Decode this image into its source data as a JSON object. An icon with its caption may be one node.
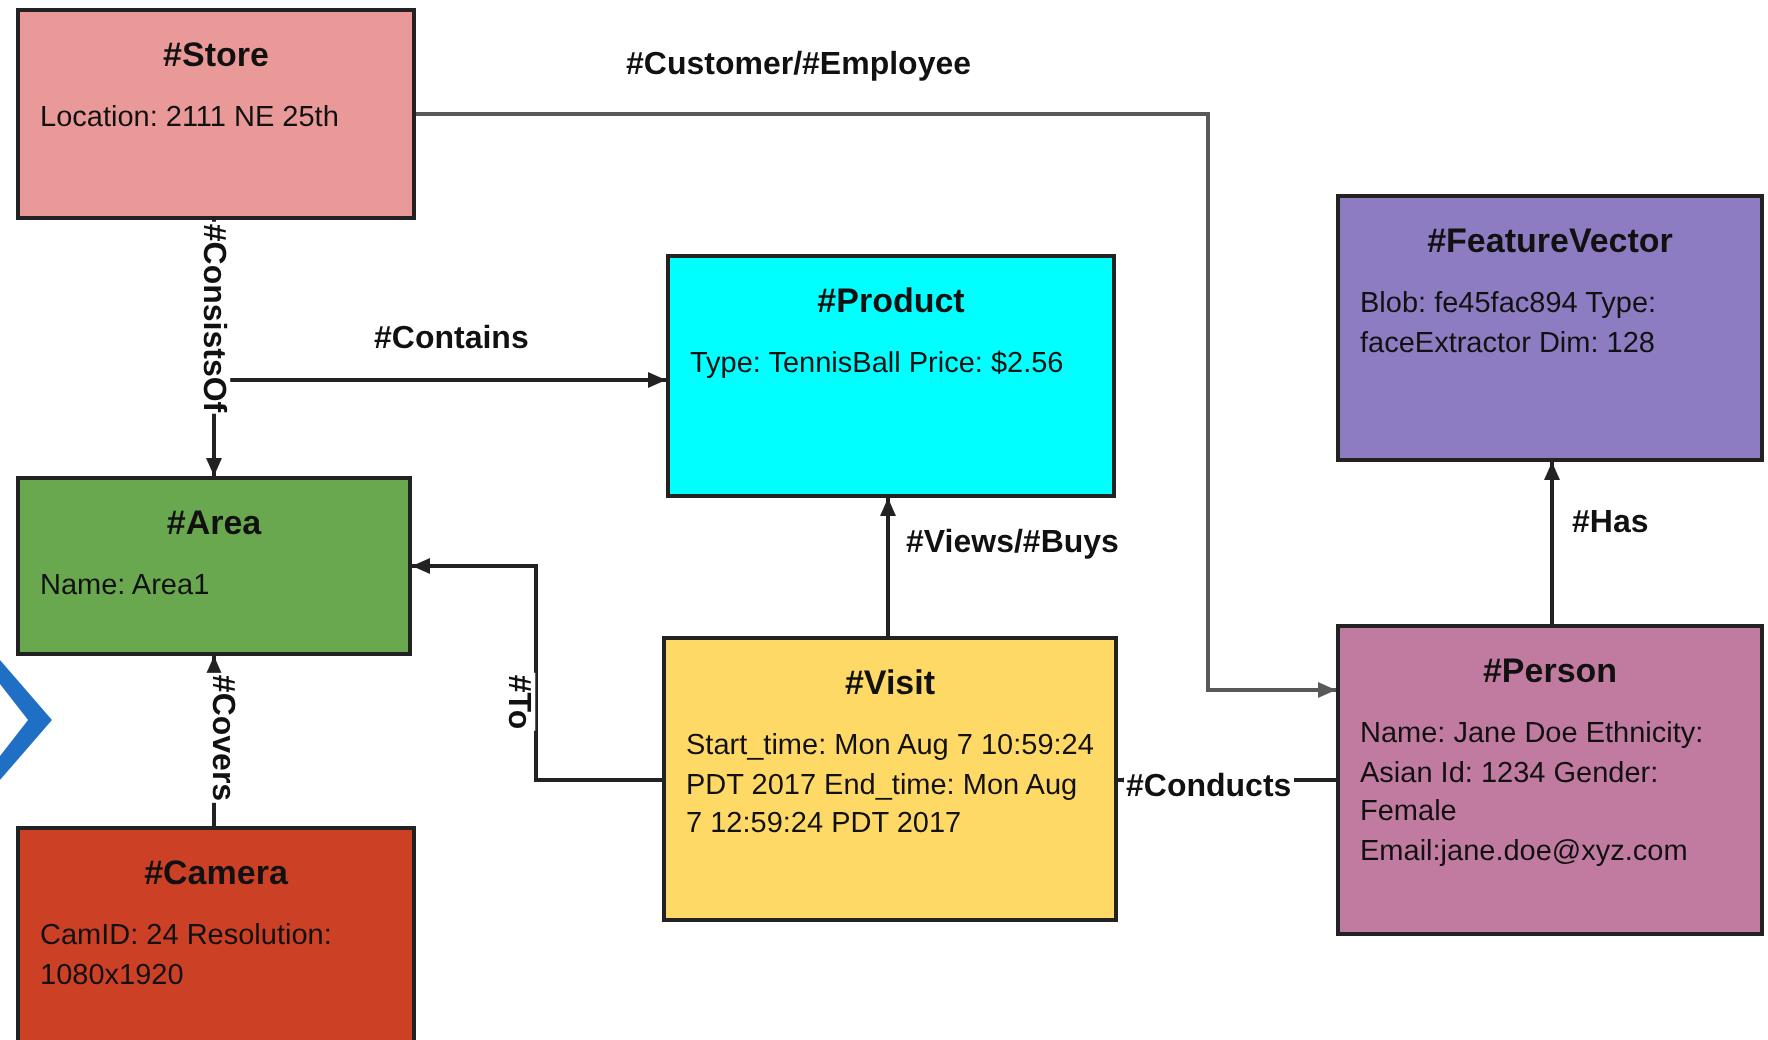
{
  "diagram": {
    "nodes": [
      {
        "text": [
          "#Store",
          "Location: 2111 NE 25th"
        ]
      },
      {
        "text": [
          "#Product",
          "Type: TennisBall Price: $2.56"
        ]
      },
      {
        "text": [
          "#FeatureVector",
          "Blob: fe45fac894 Type: faceExtractor Dim: 128"
        ]
      },
      {
        "text": [
          "#Area",
          "Name: Area1"
        ]
      },
      {
        "text": [
          "#Visit",
          "Start_time: Mon Aug 7 10:59:24 PDT 2017 End_time: Mon Aug 7 12:59:24 PDT 2017"
        ]
      },
      {
        "text": [
          "#Person",
          "Name: Jane Doe Ethnicity: Asian Id: 1234 Gender: Female Email:jane.doe@xyz.com"
        ]
      },
      {
        "text": [
          "#Camera",
          "CamID: 24 Resolution: 1080x1920"
        ]
      }
    ],
    "edges": [
      {
        "from": 0,
        "to": 5,
        "arrow": "to",
        "label": "#Customer/#Employee",
        "color": "#595959"
      },
      {
        "from": 0,
        "to": 3,
        "arrow": "to",
        "label": "#ConsistsOf"
      },
      {
        "from": 0,
        "to": 1,
        "arrow": "to",
        "label": "#Contains"
      },
      {
        "from": 6,
        "to": 3,
        "arrow": "to",
        "label": "#Covers"
      },
      {
        "from": 4,
        "to": 3,
        "arrow": "to",
        "label": "#To"
      },
      {
        "from": 4,
        "to": 1,
        "arrow": "to",
        "label": "#Views/#Buys"
      },
      {
        "from": 5,
        "to": 2,
        "arrow": "to",
        "label": "#Has"
      },
      {
        "from": 5,
        "to": 4,
        "arrow": "to",
        "label": "#Conducts"
      }
    ]
  }
}
